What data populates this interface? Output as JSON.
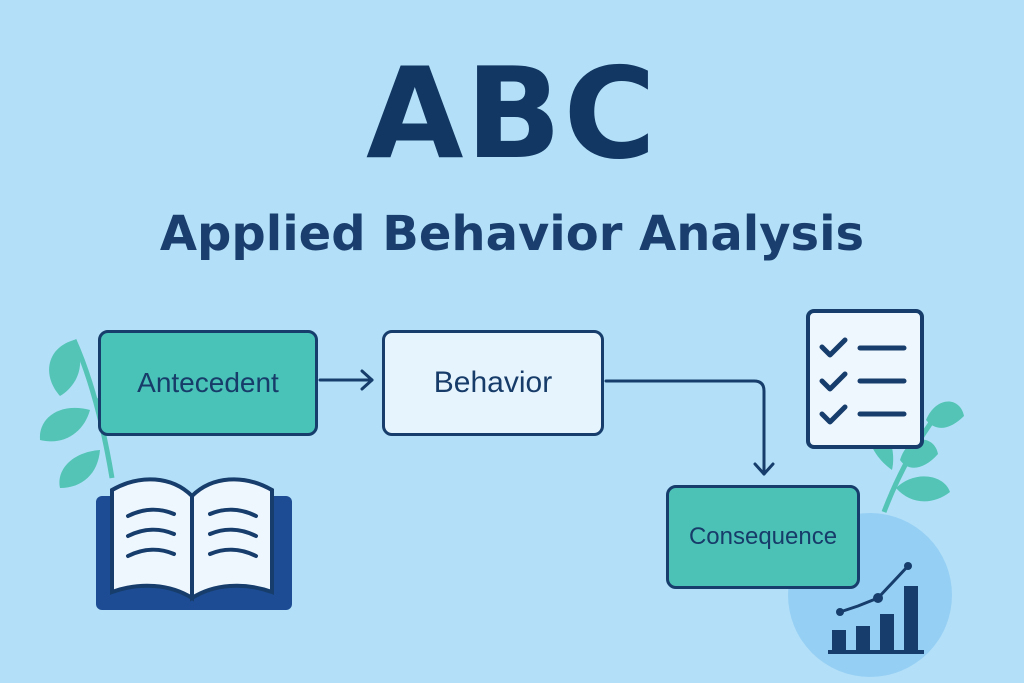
{
  "title": "ABC",
  "subtitle": "Applied Behavior Analysis",
  "nodes": {
    "antecedent": "Antecedent",
    "behavior": "Behavior",
    "consequence": "Consequence"
  },
  "colors": {
    "background": "#b3e0f8",
    "navy": "#163d6b",
    "teal": "#4cc2b7",
    "light_box": "#e6f4fd"
  },
  "icons": [
    "leaf-icon",
    "open-book-icon",
    "checklist-icon",
    "bar-chart-icon"
  ]
}
